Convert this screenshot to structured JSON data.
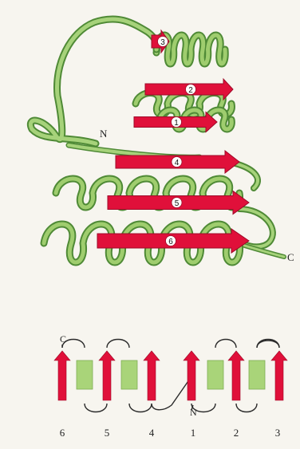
{
  "colors": {
    "background": "#f7f5ef",
    "strand": "#e0103a",
    "strand_dark": "#9e0a28",
    "helix": "#9fcd6e",
    "helix_dark": "#4f8a36",
    "loop": "#2a2a2a",
    "topology_helix": "#a9d479"
  },
  "ribbon": {
    "strand_labels": [
      "3",
      "2",
      "1",
      "4",
      "5",
      "6"
    ],
    "n_terminus": "N",
    "c_terminus": "C"
  },
  "topology": {
    "c_terminus": "C",
    "n_terminus": "N",
    "strand_order": [
      "6",
      "5",
      "4",
      "1",
      "2",
      "3"
    ]
  }
}
